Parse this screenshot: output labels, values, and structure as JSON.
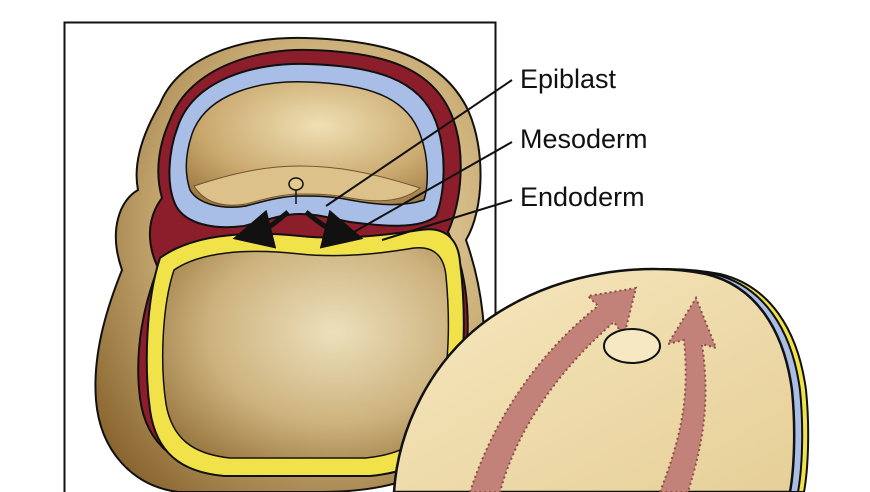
{
  "labels": {
    "epiblast": "Epiblast",
    "mesoderm": "Mesoderm",
    "endoderm": "Endoderm"
  },
  "colors": {
    "epiblast": "#a9bee6",
    "mesoderm": "#8c1d2a",
    "endoderm": "#f2e24a",
    "yolk_light": "#e9d8a6",
    "yolk_dark": "#8b6a34",
    "disc_surface": "#f3e0b0",
    "migration_arrow": "#c28279"
  },
  "icons": {
    "label_pointer": "leader-line",
    "cell_migration": "curved-arrow"
  }
}
